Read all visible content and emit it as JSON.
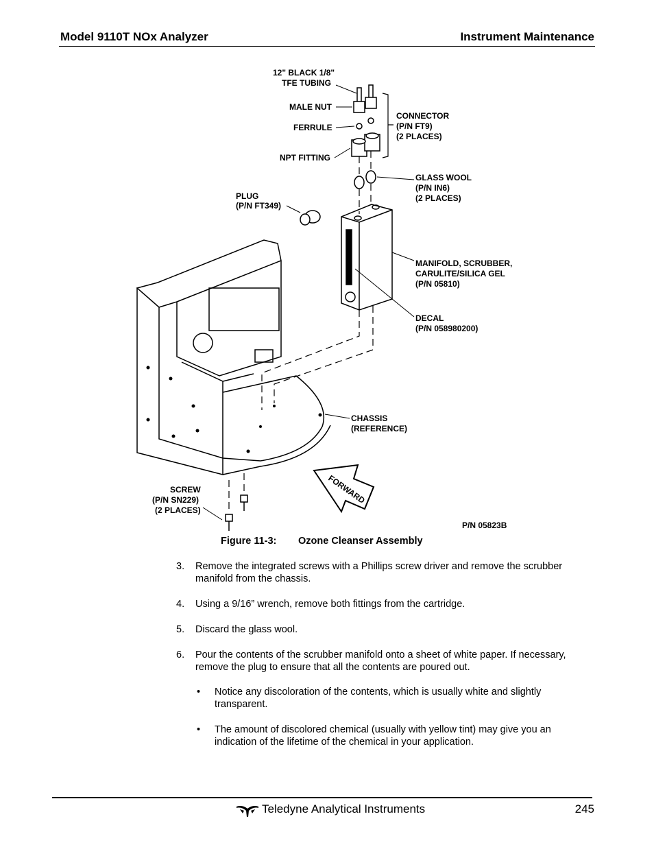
{
  "header": {
    "left": "Model 9110T NOx Analyzer",
    "right": "Instrument Maintenance"
  },
  "figure": {
    "labels": {
      "tubing_1": "12\" BLACK 1/8\"",
      "tubing_2": "TFE TUBING",
      "male_nut": "MALE NUT",
      "ferrule": "FERRULE",
      "npt_fitting": "NPT FITTING",
      "connector_1": "CONNECTOR",
      "connector_2": "(P/N FT9)",
      "connector_3": "(2 PLACES)",
      "glass_wool_1": "GLASS WOOL",
      "glass_wool_2": "(P/N IN6)",
      "glass_wool_3": "(2 PLACES)",
      "plug_1": "PLUG",
      "plug_2": "(P/N FT349)",
      "manifold_1": "MANIFOLD, SCRUBBER,",
      "manifold_2": "CARULITE/SILICA GEL",
      "manifold_3": "(P/N 05810)",
      "decal_1": "DECAL",
      "decal_2": "(P/N 058980200)",
      "chassis_1": "CHASSIS",
      "chassis_2": "(REFERENCE)",
      "screw_1": "SCREW",
      "screw_2": "(P/N SN229)",
      "screw_3": "(2 PLACES)",
      "forward": "FORWARD",
      "part_number": "P/N 05823B"
    },
    "caption_number": "Figure 11-3:",
    "caption_title": "Ozone Cleanser Assembly"
  },
  "steps": [
    {
      "num": "3.",
      "text": "Remove the integrated screws with a Phillips screw driver and remove the scrubber manifold from the chassis."
    },
    {
      "num": "4.",
      "text": "Using a 9/16” wrench, remove both fittings from the cartridge."
    },
    {
      "num": "5.",
      "text": "Discard the glass wool."
    },
    {
      "num": "6.",
      "text": "Pour the contents of the scrubber manifold onto a sheet of white paper.  If necessary, remove the plug to ensure that all the contents are poured out."
    }
  ],
  "bullets": [
    {
      "text": "Notice any discoloration of the contents, which is usually white and slightly transparent."
    },
    {
      "text": "The amount of discolored chemical (usually with yellow tint) may give you an indication of the lifetime of the chemical in your application."
    }
  ],
  "footer": {
    "brand": "Teledyne Analytical Instruments",
    "page": "245",
    "logo_icon": "teledyne-logo-icon"
  }
}
